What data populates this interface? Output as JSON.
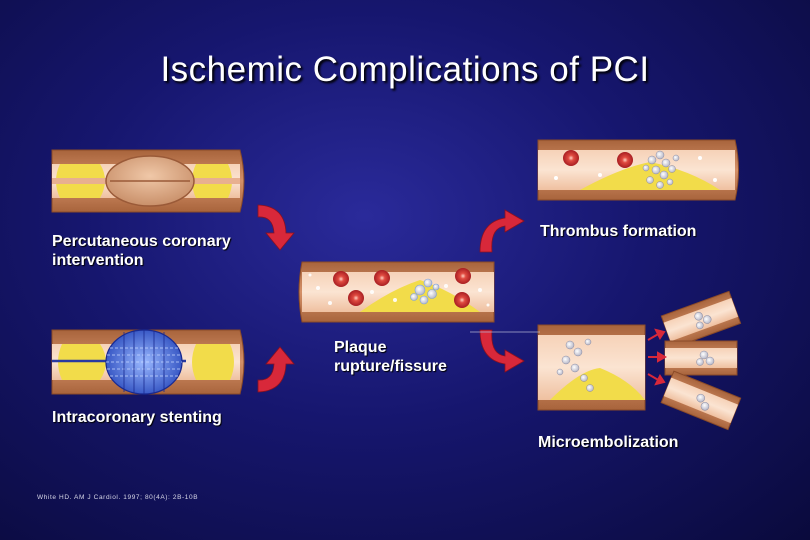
{
  "title": "Ischemic Complications of PCI",
  "labels": {
    "pci": "Percutaneous coronary intervention",
    "stenting": "Intracoronary stenting",
    "plaque": "Plaque rupture/fissure",
    "thrombus": "Thrombus formation",
    "microembolization": "Microembolization"
  },
  "citation": "White HD. AM J Cardiol. 1997; 80(4A): 2B-10B",
  "colors": {
    "background": "#16166e",
    "vessel_wall": "#c9855a",
    "lumen": "#f1c2a2",
    "plaque": "#f2dc4a",
    "arrow": "#d8283a",
    "red_cell": "#d43a35"
  },
  "icons": [
    "curved-arrow-icon",
    "balloon-icon",
    "stent-icon",
    "red-blood-cell-icon",
    "platelet-cluster-icon"
  ]
}
